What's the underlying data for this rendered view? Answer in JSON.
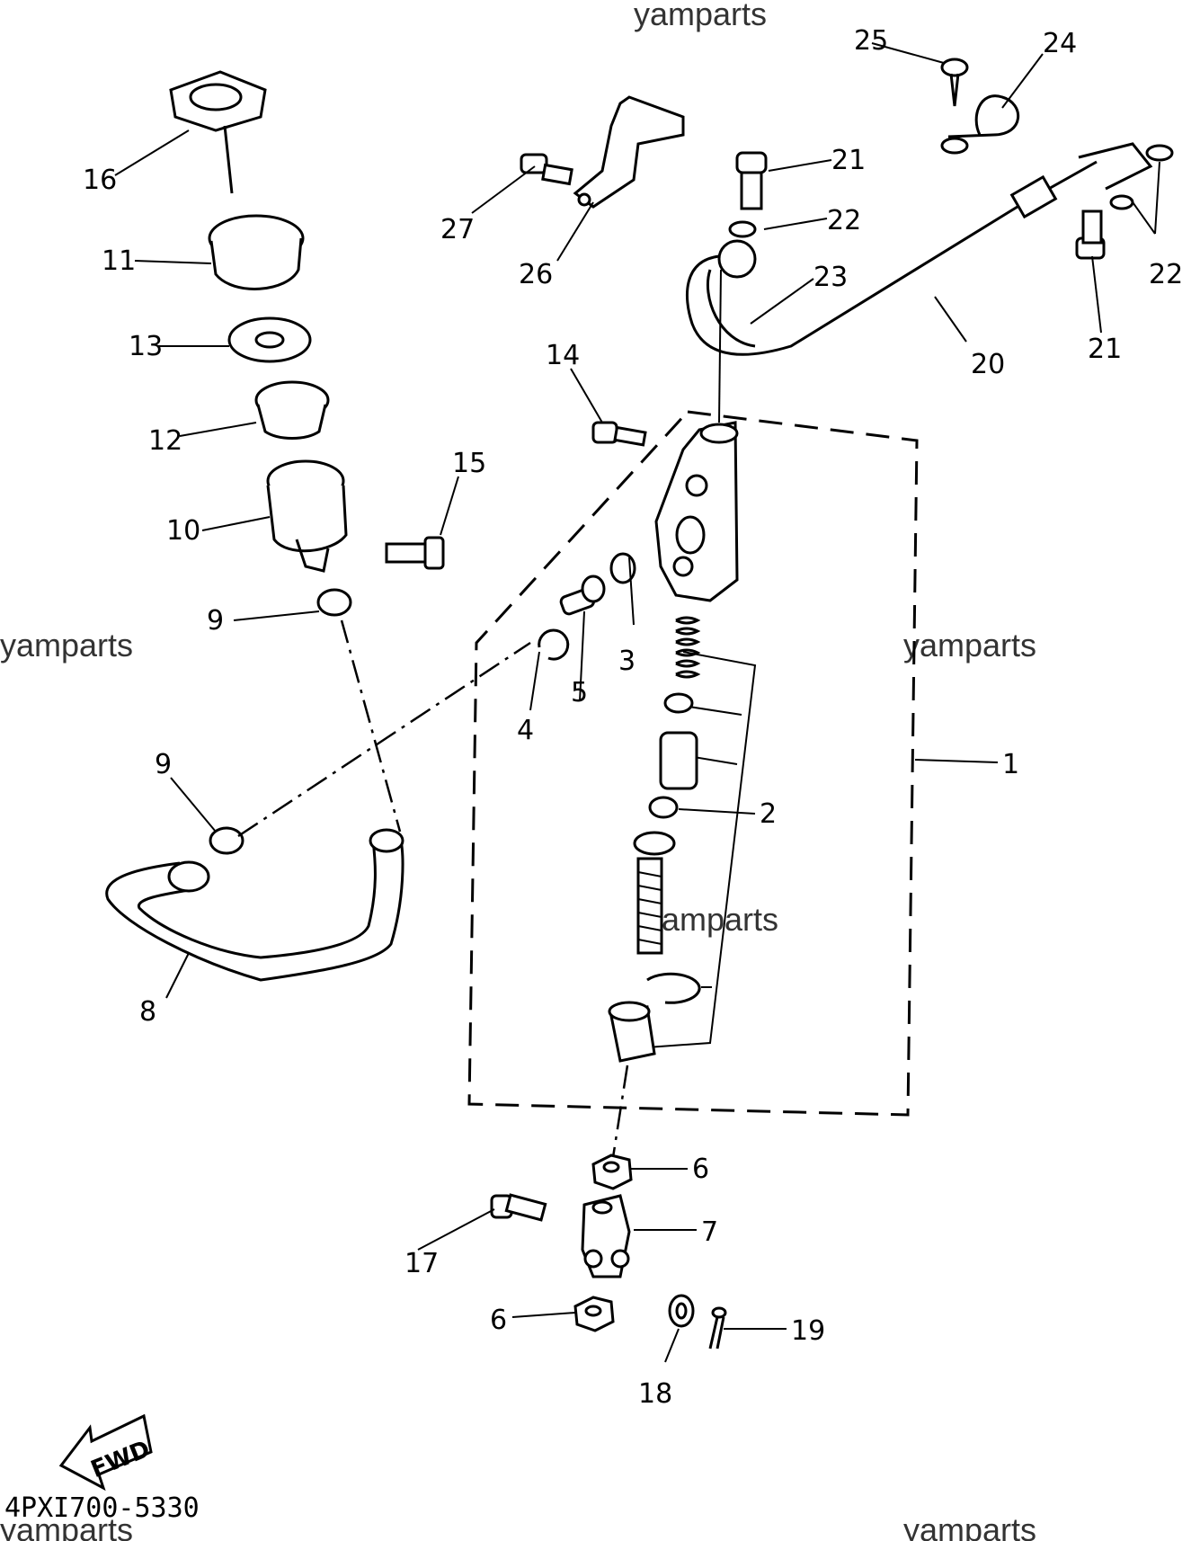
{
  "watermarks": [
    "yamparts",
    "yamparts",
    "yamparts",
    "yamparts",
    "yamparts",
    "yamparts"
  ],
  "diagram_code": "4PXI700-5330",
  "fwd_label": "FWD",
  "callouts": [
    "1",
    "2",
    "3",
    "4",
    "5",
    "6",
    "6",
    "7",
    "8",
    "9",
    "9",
    "10",
    "11",
    "12",
    "13",
    "14",
    "15",
    "16",
    "17",
    "18",
    "19",
    "20",
    "21",
    "21",
    "22",
    "22",
    "23",
    "24",
    "25",
    "26",
    "27"
  ],
  "colors": {
    "ink": "#000000",
    "paper": "#ffffff"
  }
}
